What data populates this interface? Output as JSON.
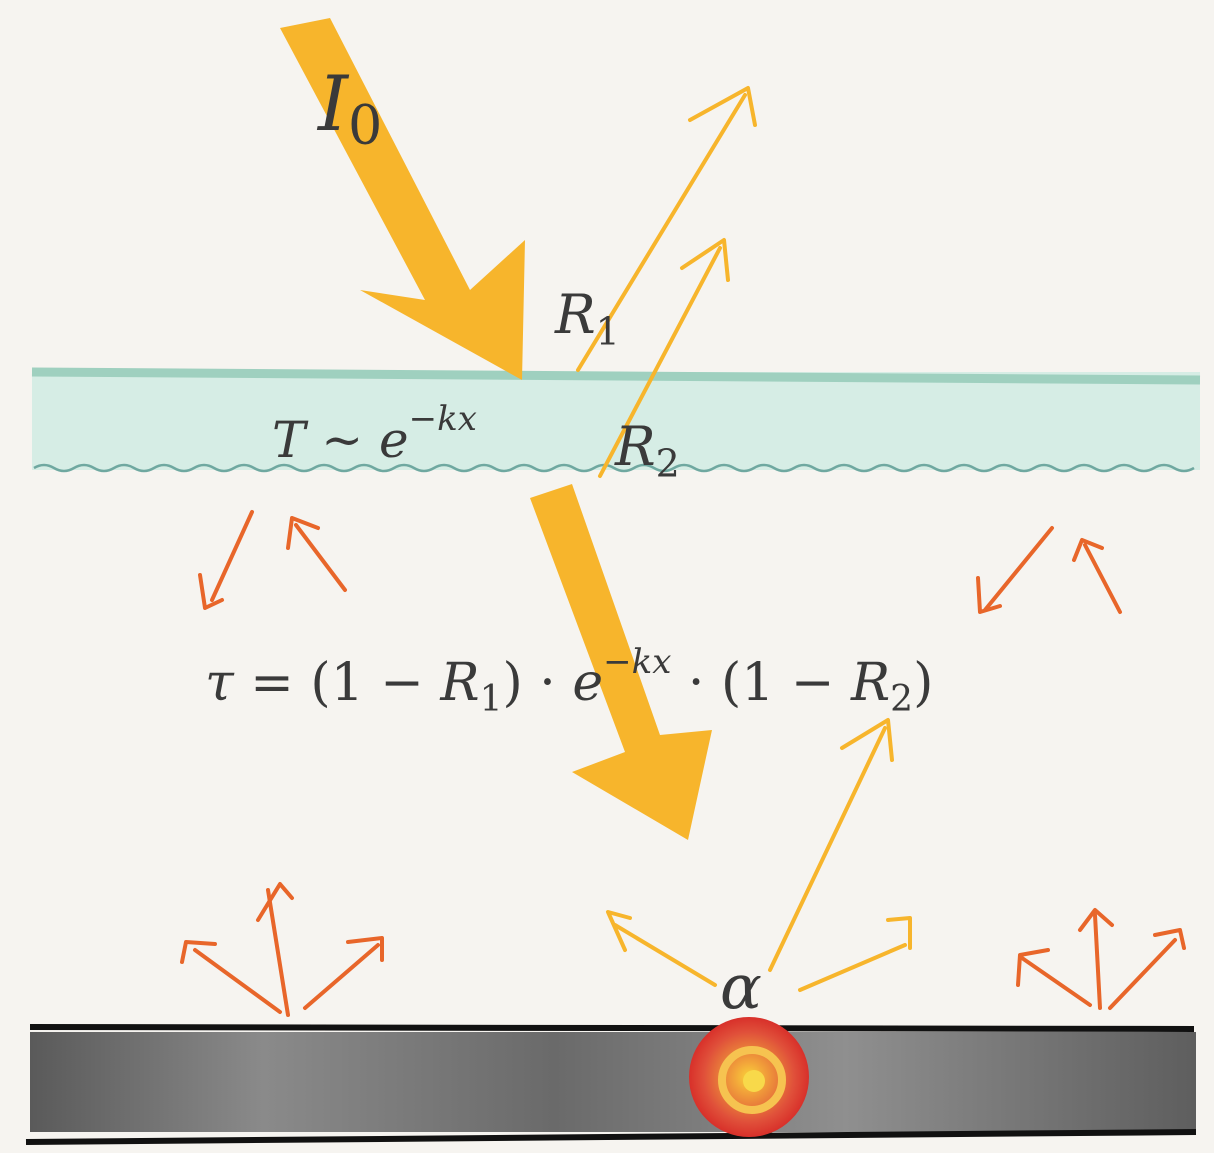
{
  "labels": {
    "incident": {
      "main": "I",
      "sub": "0"
    },
    "reflection_top": {
      "main": "R",
      "sub": "1"
    },
    "reflection_bottom": {
      "main": "R",
      "sub": "2"
    },
    "transmission": {
      "lhs": "T",
      "op": " ~ ",
      "base": "e",
      "exp": "−kx"
    },
    "absorptance": "α",
    "formula": {
      "tau": "τ",
      "part1": " = (1 − ",
      "r1": "R",
      "r1_sub": "1",
      "part2": ") · ",
      "e": "e",
      "exp": "−kx",
      "part3": " · (1 − ",
      "r2": "R",
      "r2_sub": "2",
      "part4": ")"
    }
  },
  "colors": {
    "background": "#f6f4f0",
    "beam": "#f7b52c",
    "glass": "#cfe8df",
    "glass_edge": "#9fd0bf",
    "absorber": "#6d6d6d",
    "heat": "#e8662a",
    "hot_spot": "#d83a2a",
    "text": "#3a3a3a"
  }
}
